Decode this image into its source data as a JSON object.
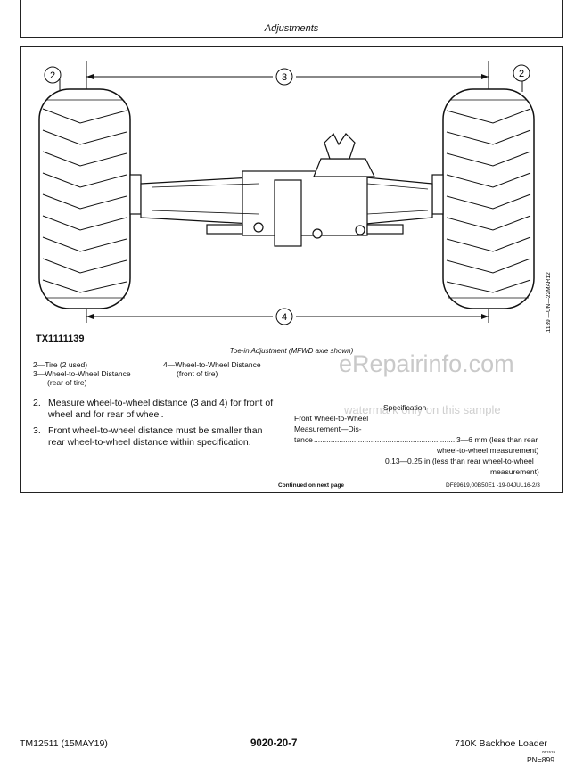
{
  "header": {
    "section_title": "Adjustments"
  },
  "figure": {
    "callouts": {
      "tire_left": "2",
      "tire_right": "2",
      "rear_distance": "3",
      "front_distance": "4"
    },
    "side_id": "TX1111139 —UN—22MAR12",
    "figure_id": "TX1111139",
    "caption": "Toe-in Adjustment (MFWD axle shown)"
  },
  "legend": {
    "item2": "2—Tire (2 used)",
    "item3_line1": "3—Wheel-to-Wheel Distance",
    "item3_line2": "(rear of tire)",
    "item4_line1": "4—Wheel-to-Wheel Distance",
    "item4_line2": "(front of tire)"
  },
  "steps": [
    {
      "num": "2.",
      "line1": "Measure wheel-to-wheel distance (3 and 4) for front of",
      "line2": "wheel and for rear of wheel."
    },
    {
      "num": "3.",
      "line1": "Front wheel-to-wheel distance must be smaller than",
      "line2": "rear wheel-to-wheel distance within specification."
    }
  ],
  "spec": {
    "heading": "Specification",
    "label_line1": "Front Wheel-to-Wheel",
    "label_line2": "Measurement—Dis-",
    "label_line3": "tance",
    "value_mm": "3—6 mm (less than rear",
    "value_mm_2": "wheel-to-wheel measurement)",
    "value_in": "0.13—0.25 in (less than rear wheel-to-wheel",
    "value_in_2": "measurement)"
  },
  "continued": "Continued on next page",
  "doc_ref": "DF89619,00B50E1 -19-04JUL16-2/3",
  "watermark": {
    "main": "eRepairinfo.com",
    "sub": "watermark only on this sample"
  },
  "footer": {
    "manual": "TM12511 (15MAY19)",
    "page": "9020-20-7",
    "model": "710K Backhoe Loader",
    "code": "051519",
    "pn": "PN=899"
  }
}
